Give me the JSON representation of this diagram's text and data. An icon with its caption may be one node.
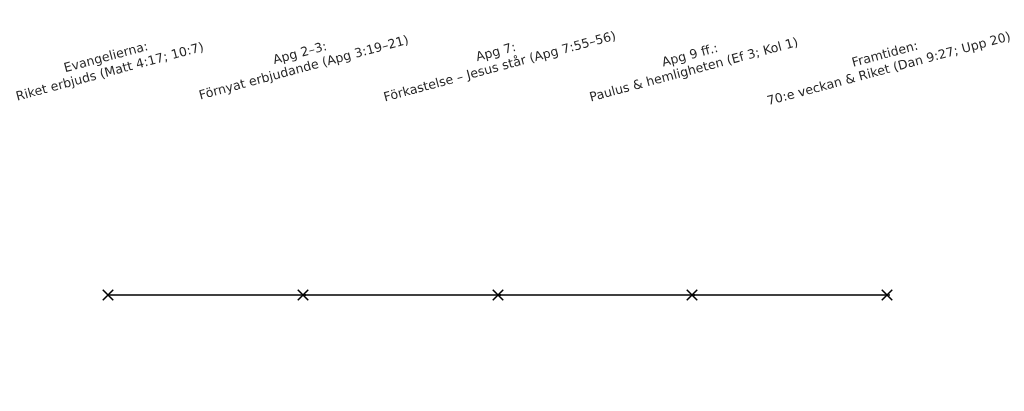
{
  "diagram": {
    "nodes": [
      {
        "text": [],
        "shape": "cross",
        "beside": [
          "Evangelierna:",
          "Riket erbjuds (Matt 4:17; 10:7)"
        ]
      },
      {
        "text": [],
        "shape": "cross",
        "beside": [
          "Apg 2–3:",
          "Förnyat erbjudande (Apg 3:19–21)"
        ]
      },
      {
        "text": [],
        "shape": "cross",
        "beside": [
          "Apg 7:",
          "Förkastelse – Jesus står (Apg 7:55–56)"
        ]
      },
      {
        "text": [],
        "shape": "cross",
        "beside": [
          "Apg 9 ff.:",
          "Paulus & hemligheten (Ef 3; Kol 1)"
        ]
      },
      {
        "text": [],
        "shape": "cross",
        "beside": [
          "Framtiden:",
          "70:e veckan & Riket (Dan 9:27; Upp 20)"
        ]
      }
    ],
    "edges": [
      {
        "from": 0,
        "to": 1,
        "arrow": "none"
      },
      {
        "from": 1,
        "to": 2,
        "arrow": "none"
      },
      {
        "from": 2,
        "to": 3,
        "arrow": "none"
      },
      {
        "from": 3,
        "to": 4,
        "arrow": "none"
      }
    ]
  }
}
